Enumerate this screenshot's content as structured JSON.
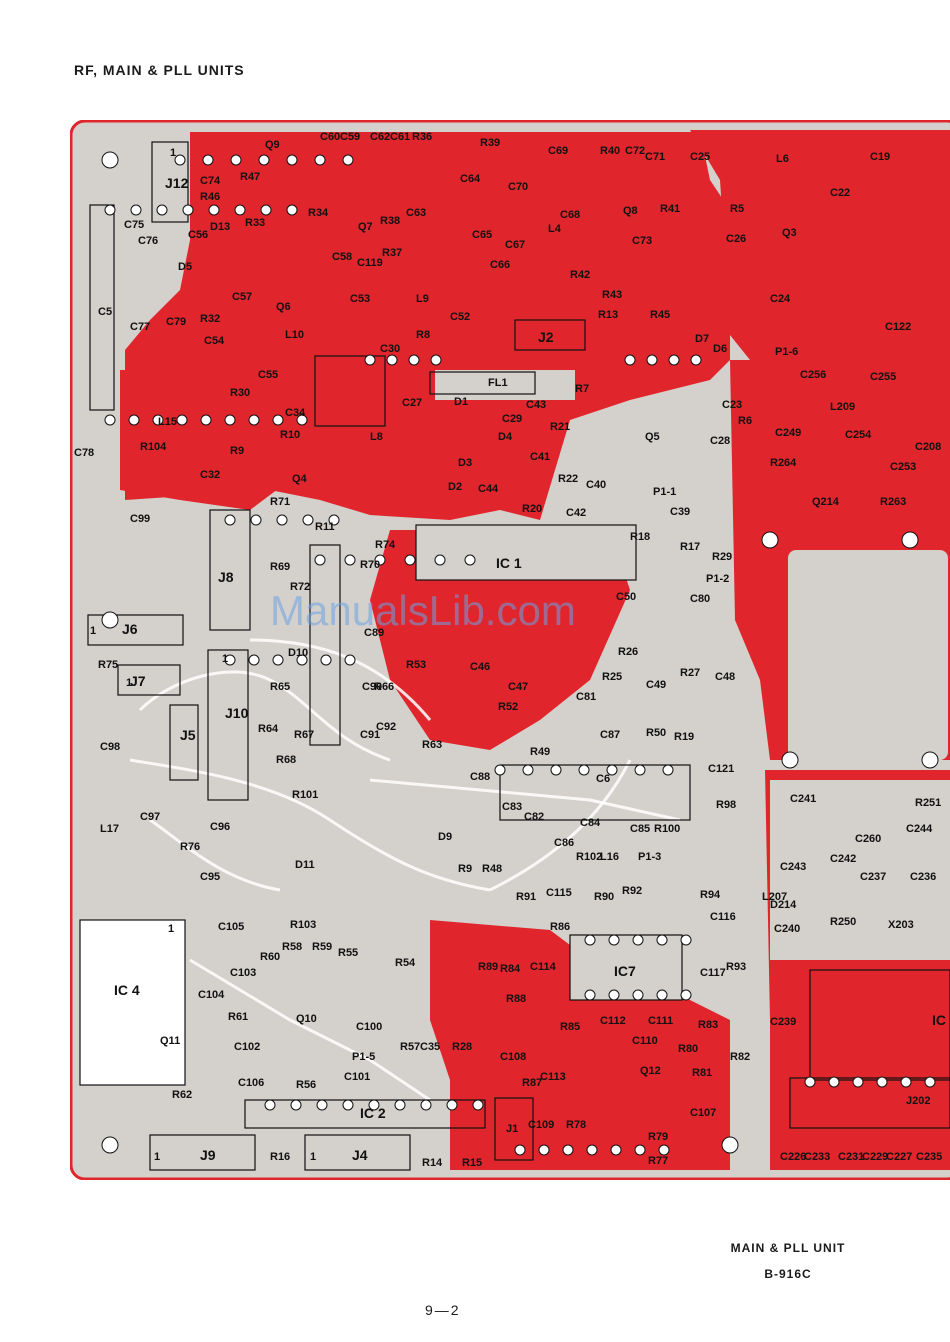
{
  "page": {
    "heading": "RF, MAIN & PLL UNITS",
    "caption_line1": "MAIN & PLL UNIT",
    "caption_line2": "B-916C",
    "page_number": "9—2",
    "watermark": "ManualsLib.com"
  },
  "colors": {
    "copper": "#e0262c",
    "board": "#d4d0cb",
    "silk": "#ffffff",
    "ink": "#111111"
  },
  "labels": {
    "q9": "Q9",
    "c60": "C60",
    "c59": "C59",
    "c62": "C62",
    "c61": "C61",
    "r36": "R36",
    "r39": "R39",
    "c69": "C69",
    "r40": "R40",
    "c72": "C72",
    "c71": "C71",
    "c25": "C25",
    "l6": "L6",
    "c19": "C19",
    "c74": "C74",
    "r47": "R47",
    "r46": "R46",
    "j12": "J12",
    "q7": "Q7",
    "r34": "R34",
    "r38": "R38",
    "c63": "C63",
    "c64": "C64",
    "c70": "C70",
    "c68": "C68",
    "q8": "Q8",
    "r41": "R41",
    "r5": "R5",
    "c22": "C22",
    "d13": "D13",
    "r33": "R33",
    "c56": "C56",
    "d5": "D5",
    "c58": "C58",
    "c119": "C119",
    "r37": "R37",
    "c65": "C65",
    "c66": "C66",
    "c67": "C67",
    "l4": "L4",
    "c73": "C73",
    "c26": "C26",
    "q3": "Q3",
    "c24": "C24",
    "c76": "C76",
    "c75": "C75",
    "c57": "C57",
    "q6": "Q6",
    "c53": "C53",
    "r42": "R42",
    "r43": "R43",
    "c5": "C5",
    "c77": "C77",
    "c79": "C79",
    "r32": "R32",
    "c54": "C54",
    "l10": "L10",
    "l9": "L9",
    "c52": "C52",
    "j2": "J2",
    "r13": "R13",
    "r45": "R45",
    "c122": "C122",
    "r8": "R8",
    "c30": "C30",
    "d7": "D7",
    "d6": "D6",
    "p16": "P1-6",
    "c256": "C256",
    "c255": "C255",
    "l15": "L15",
    "r30": "R30",
    "c55": "C55",
    "c34": "C34",
    "c27": "C27",
    "d1": "D1",
    "fl1": "FL1",
    "c43": "C43",
    "r7": "R7",
    "c29": "C29",
    "r21": "R21",
    "c23": "C23",
    "r6": "R6",
    "l209": "L209",
    "c78": "C78",
    "r104": "R104",
    "r10": "R10",
    "l8": "L8",
    "d4": "D4",
    "q5": "Q5",
    "c28": "C28",
    "c249": "C249",
    "c254": "C254",
    "c208": "C208",
    "r9": "R9",
    "c32": "C32",
    "q4": "Q4",
    "d3": "D3",
    "c41": "C41",
    "r264": "R264",
    "c253": "C253",
    "r22": "R22",
    "c40": "C40",
    "p11": "P1-1",
    "r71": "R71",
    "d2": "D2",
    "c44": "C44",
    "r20": "R20",
    "c42": "C42",
    "c39": "C39",
    "q214": "Q214",
    "r263": "R263",
    "c99": "C99",
    "r11": "R11",
    "r74": "R74",
    "r18": "R18",
    "r17": "R17",
    "r29": "R29",
    "j8": "J8",
    "ic1": "IC 1",
    "r69": "R69",
    "r72": "R72",
    "r70": "R70",
    "c50": "C50",
    "c80": "C80",
    "j6": "J6",
    "r75": "R75",
    "d10": "D10",
    "c90": "C90",
    "c89": "C89",
    "r53": "R53",
    "c46": "C46",
    "r26": "R26",
    "r27": "R27",
    "c48": "C48",
    "j7": "J7",
    "r65": "R65",
    "r66": "R66",
    "c47": "C47",
    "r25": "R25",
    "c81": "C81",
    "c49": "C49",
    "j10": "J10",
    "j5": "J5",
    "r64": "R64",
    "r67": "R67",
    "c91": "C91",
    "c92": "C92",
    "r52": "R52",
    "r50": "R50",
    "r19": "R19",
    "c98": "C98",
    "r63": "R63",
    "r49": "R49",
    "c87": "C87",
    "r68": "R68",
    "c88": "C88",
    "c6": "C6",
    "c121": "C121",
    "r101": "R101",
    "c241": "C241",
    "r251": "R251",
    "r98": "R98",
    "l17": "L17",
    "c97": "C97",
    "c96": "C96",
    "c83": "C83",
    "c82": "C82",
    "c84": "C84",
    "c85": "C85",
    "r100": "R100",
    "c260": "C260",
    "c244": "C244",
    "r76": "R76",
    "d9": "D9",
    "c86": "C86",
    "r102": "R102",
    "l16": "L16",
    "c242": "C242",
    "c243": "C243",
    "c95": "C95",
    "d11": "D11",
    "r9b": "R9",
    "r48": "R48",
    "r91": "R91",
    "c115": "C115",
    "r90": "R90",
    "l207": "L207",
    "c237": "C237",
    "c236": "C236",
    "r92": "R92",
    "r94": "R94",
    "r86": "R86",
    "d214": "D214",
    "r250": "R250",
    "ic4": "IC 4",
    "c105": "C105",
    "r103": "R103",
    "c116": "C116",
    "c240": "C240",
    "x203": "X203",
    "r60": "R60",
    "r58": "R58",
    "r59": "R59",
    "r55": "R55",
    "r54": "R54",
    "r89": "R89",
    "r84": "R84",
    "c114": "C114",
    "ic7": "IC7",
    "r93": "R93",
    "c104": "C104",
    "c103": "C103",
    "c117": "C117",
    "r88": "R88",
    "c239": "C239",
    "r61": "R61",
    "q10": "Q10",
    "c100": "C100",
    "r85": "R85",
    "c112": "C112",
    "c111": "C111",
    "r83": "R83",
    "q11": "Q11",
    "c102": "C102",
    "r57": "R57",
    "c35": "C35",
    "r28": "R28",
    "c108": "C108",
    "c110": "C110",
    "r80": "R80",
    "r82": "R82",
    "c106": "C106",
    "c101": "C101",
    "r56": "R56",
    "r87": "R87",
    "c113": "C113",
    "q12": "Q12",
    "r81": "R81",
    "r62": "R62",
    "c107": "C107",
    "ic2": "IC 2",
    "c109": "C109",
    "r78": "R78",
    "r79": "R79",
    "j202": "J202",
    "c226": "C226",
    "c233": "C233",
    "c231": "C231",
    "c229": "C229",
    "c227": "C227",
    "c235": "C235",
    "j9": "J9",
    "r16": "R16",
    "j4": "J4",
    "r14": "R14",
    "r15": "R15",
    "j1": "J1",
    "r77": "R77",
    "ic_right": "IC",
    "pin1_j12": "1",
    "pin1_j6": "1",
    "pin1_j7": "1",
    "pin1_j10": "1",
    "pin1_ic4": "1",
    "pin1_j9": "1",
    "pin1_j4": "1",
    "p13": "P1-3",
    "p15": "P1-5",
    "p12": "P1-2"
  }
}
